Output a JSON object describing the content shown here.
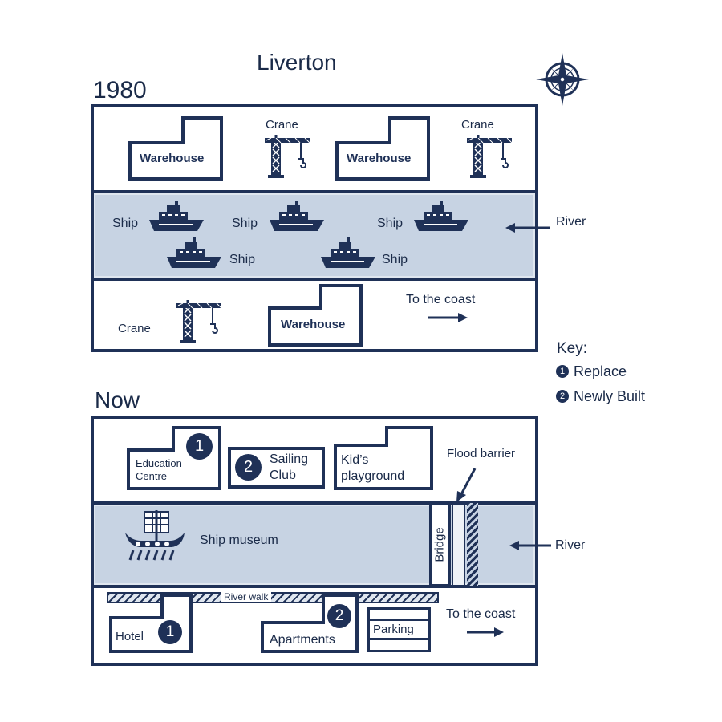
{
  "title": "Liverton",
  "colors": {
    "navy": "#1f3157",
    "river": "#c7d3e3",
    "text": "#1a2a48"
  },
  "map_1980": {
    "year_label": "1980",
    "top_row": {
      "warehouse_1": "Warehouse",
      "crane_1": "Crane",
      "warehouse_2": "Warehouse",
      "crane_2": "Crane"
    },
    "river": {
      "ships": [
        "Ship",
        "Ship",
        "Ship",
        "Ship",
        "Ship"
      ],
      "river_label": "River"
    },
    "bottom_row": {
      "crane": "Crane",
      "warehouse": "Warehouse",
      "to_coast": "To the coast"
    }
  },
  "key": {
    "title": "Key:",
    "items": [
      {
        "number": "1",
        "label": "Replace"
      },
      {
        "number": "2",
        "label": "Newly Built"
      }
    ]
  },
  "map_now": {
    "year_label": "Now",
    "top_row": {
      "education_line1": "Education",
      "education_line2": "Centre",
      "education_marker": "1",
      "sailing_marker": "2",
      "sailing_line1": "Sailing",
      "sailing_line2": "Club",
      "playground_line1": "Kid’s",
      "playground_line2": "playground",
      "flood_barrier": "Flood barrier"
    },
    "river": {
      "ship_museum": "Ship museum",
      "bridge": "Bridge",
      "river_label": "River"
    },
    "bottom_row": {
      "river_walk": "River walk",
      "hotel": "Hotel",
      "hotel_marker": "1",
      "apartments": "Apartments",
      "apartments_marker": "2",
      "parking": "Parking",
      "to_coast": "To the coast"
    }
  },
  "icons": {
    "compass": "compass-rose-icon",
    "crane": "crane-icon",
    "ship": "ship-icon",
    "viking_ship": "viking-ship-icon",
    "arrow": "arrow-icon"
  }
}
